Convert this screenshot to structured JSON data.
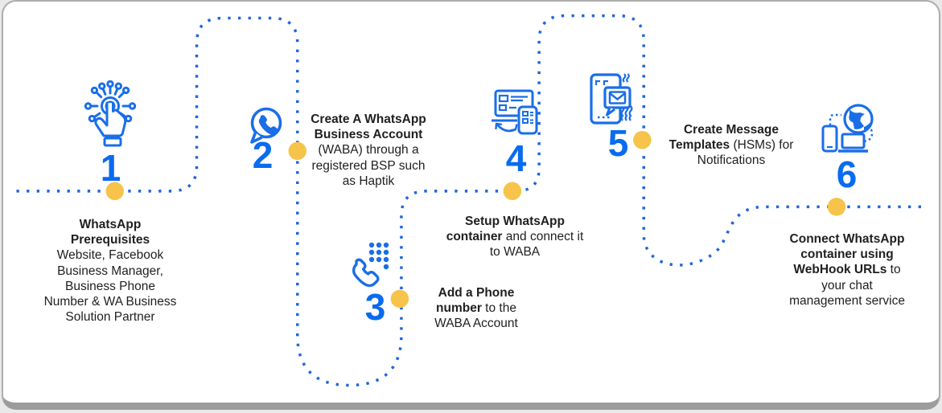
{
  "diagram_title": "WhatsApp Business Account setup process flow",
  "palette": {
    "accent_blue": "#0a6bf0",
    "icon_blue": "#1a6ee8",
    "path_blue": "#2166dd",
    "milestone_yellow": "#f6c44b",
    "text_dark": "#1f1f1f",
    "card_border": "#adadad"
  },
  "steps": [
    {
      "number": "1",
      "icon": "touch-network-icon",
      "bold": "WhatsApp Prerequisites",
      "rest": "Website, Facebook Business Manager, Business Phone Number & WA Business Solution Partner"
    },
    {
      "number": "2",
      "icon": "whatsapp-icon",
      "bold": "Create A WhatsApp Business Account",
      "rest": "(WABA) through a registered BSP such as Haptik"
    },
    {
      "number": "3",
      "icon": "phone-keypad-icon",
      "bold": "Add a Phone number",
      "rest": " to the WABA Account"
    },
    {
      "number": "4",
      "icon": "laptop-phone-sync-icon",
      "bold": "Setup WhatsApp container",
      "rest": " and connect it to WABA"
    },
    {
      "number": "5",
      "icon": "message-template-icon",
      "bold": "Create Message Templates",
      "rest": " (HSMs) for Notifications"
    },
    {
      "number": "6",
      "icon": "globe-devices-icon",
      "bold": "Connect WhatsApp container using WebHook URLs",
      "rest": " to your chat management service"
    }
  ]
}
